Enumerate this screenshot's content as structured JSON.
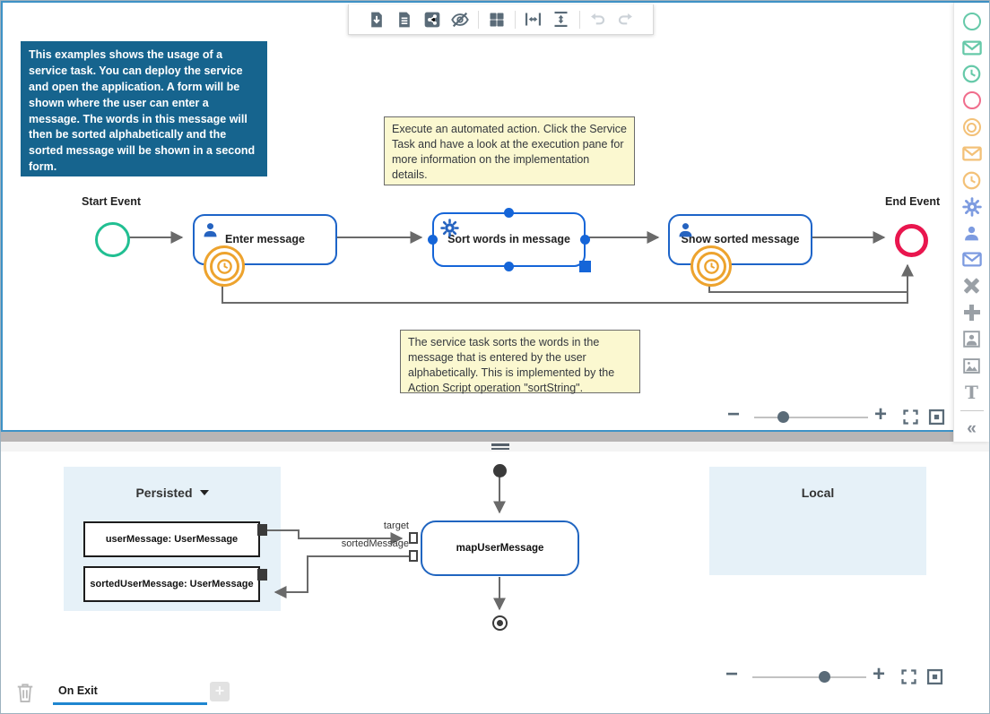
{
  "frame": {
    "accent_border": "#3e92c6"
  },
  "toolbar": {
    "icons": [
      "download-file",
      "document-report",
      "share",
      "hide-connectors",
      "grid-layout",
      "fit-width",
      "fit-height",
      "undo",
      "redo"
    ]
  },
  "info_box": {
    "text": "This examples shows the usage of a service task. You can deploy the service and open the application. A form will be shown where the user can enter a message. The words in this message will then be sorted alphabetically and the sorted message will be shown in a second form.",
    "bg_color": "#16648e"
  },
  "notes": [
    {
      "text": "Execute an automated action. Click the Service Task and have a look at the execution pane for more information on the implementation details."
    },
    {
      "text": "The service task sorts the words in the message that is entered by the user alphabetically. This is implemented by the Action Script operation \"sortString\"."
    }
  ],
  "process": {
    "start_event": {
      "label": "Start Event",
      "color": "#21bf92"
    },
    "end_event": {
      "label": "End Event",
      "color": "#e9164e"
    },
    "tasks": [
      {
        "label": "Enter message",
        "type": "user-task",
        "boundary_event": "timer"
      },
      {
        "label": "Sort words in message",
        "type": "service-task",
        "selected": true
      },
      {
        "label": "Show sorted message",
        "type": "user-task",
        "boundary_event": "timer"
      }
    ],
    "task_border_color": "#1d64c8",
    "timer_color": "#eda32e"
  },
  "palette": {
    "items": [
      "start-event",
      "message-start-event",
      "timer-start-event",
      "end-event",
      "intermediate-event",
      "message-intermediate-event",
      "timer-intermediate-event",
      "service-task",
      "user-task",
      "message-task",
      "alternative-gateway",
      "parallel-gateway",
      "user-dialog",
      "image",
      "text"
    ],
    "text_glyph": "T",
    "collapse_label": "«"
  },
  "zoom_controls": {
    "top": {
      "minus": "−",
      "plus": "+",
      "slider_position": 0.28
    },
    "bottom": {
      "minus": "−",
      "plus": "+",
      "slider_position": 0.62
    }
  },
  "data_pane": {
    "persisted": {
      "title": "Persisted",
      "items": [
        {
          "label": "userMessage: UserMessage"
        },
        {
          "label": "sortedUserMessage: UserMessage"
        }
      ]
    },
    "local": {
      "title": "Local"
    },
    "map_node": {
      "label": "mapUserMessage",
      "ports": [
        {
          "label": "target"
        },
        {
          "label": "sortedMessage"
        }
      ]
    }
  },
  "tab_bar": {
    "tabs": [
      {
        "label": "On Exit",
        "active": true
      }
    ]
  }
}
